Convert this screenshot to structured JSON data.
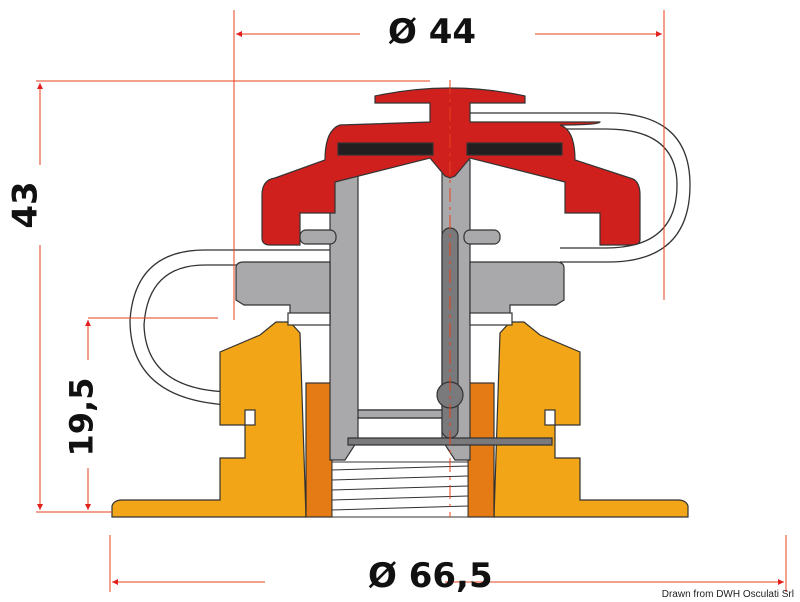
{
  "diagram": {
    "type": "technical cross-section drawing",
    "subject": "deck filler cap with retaining strap",
    "units": "mm",
    "dimensions": {
      "top_diameter": "Ø 44",
      "total_height": "43",
      "base_height": "19,5",
      "base_diameter": "Ø 66,5"
    },
    "credit": "Drawn from DWH Osculati Srl",
    "colors": {
      "cap": "#d0201e",
      "body": "#a9a9ab",
      "flange": "#f2a516",
      "insert": "#e57b14",
      "gasket": "#231f20",
      "rod": "#7a797b",
      "dimension_line": "#e8411e"
    }
  }
}
